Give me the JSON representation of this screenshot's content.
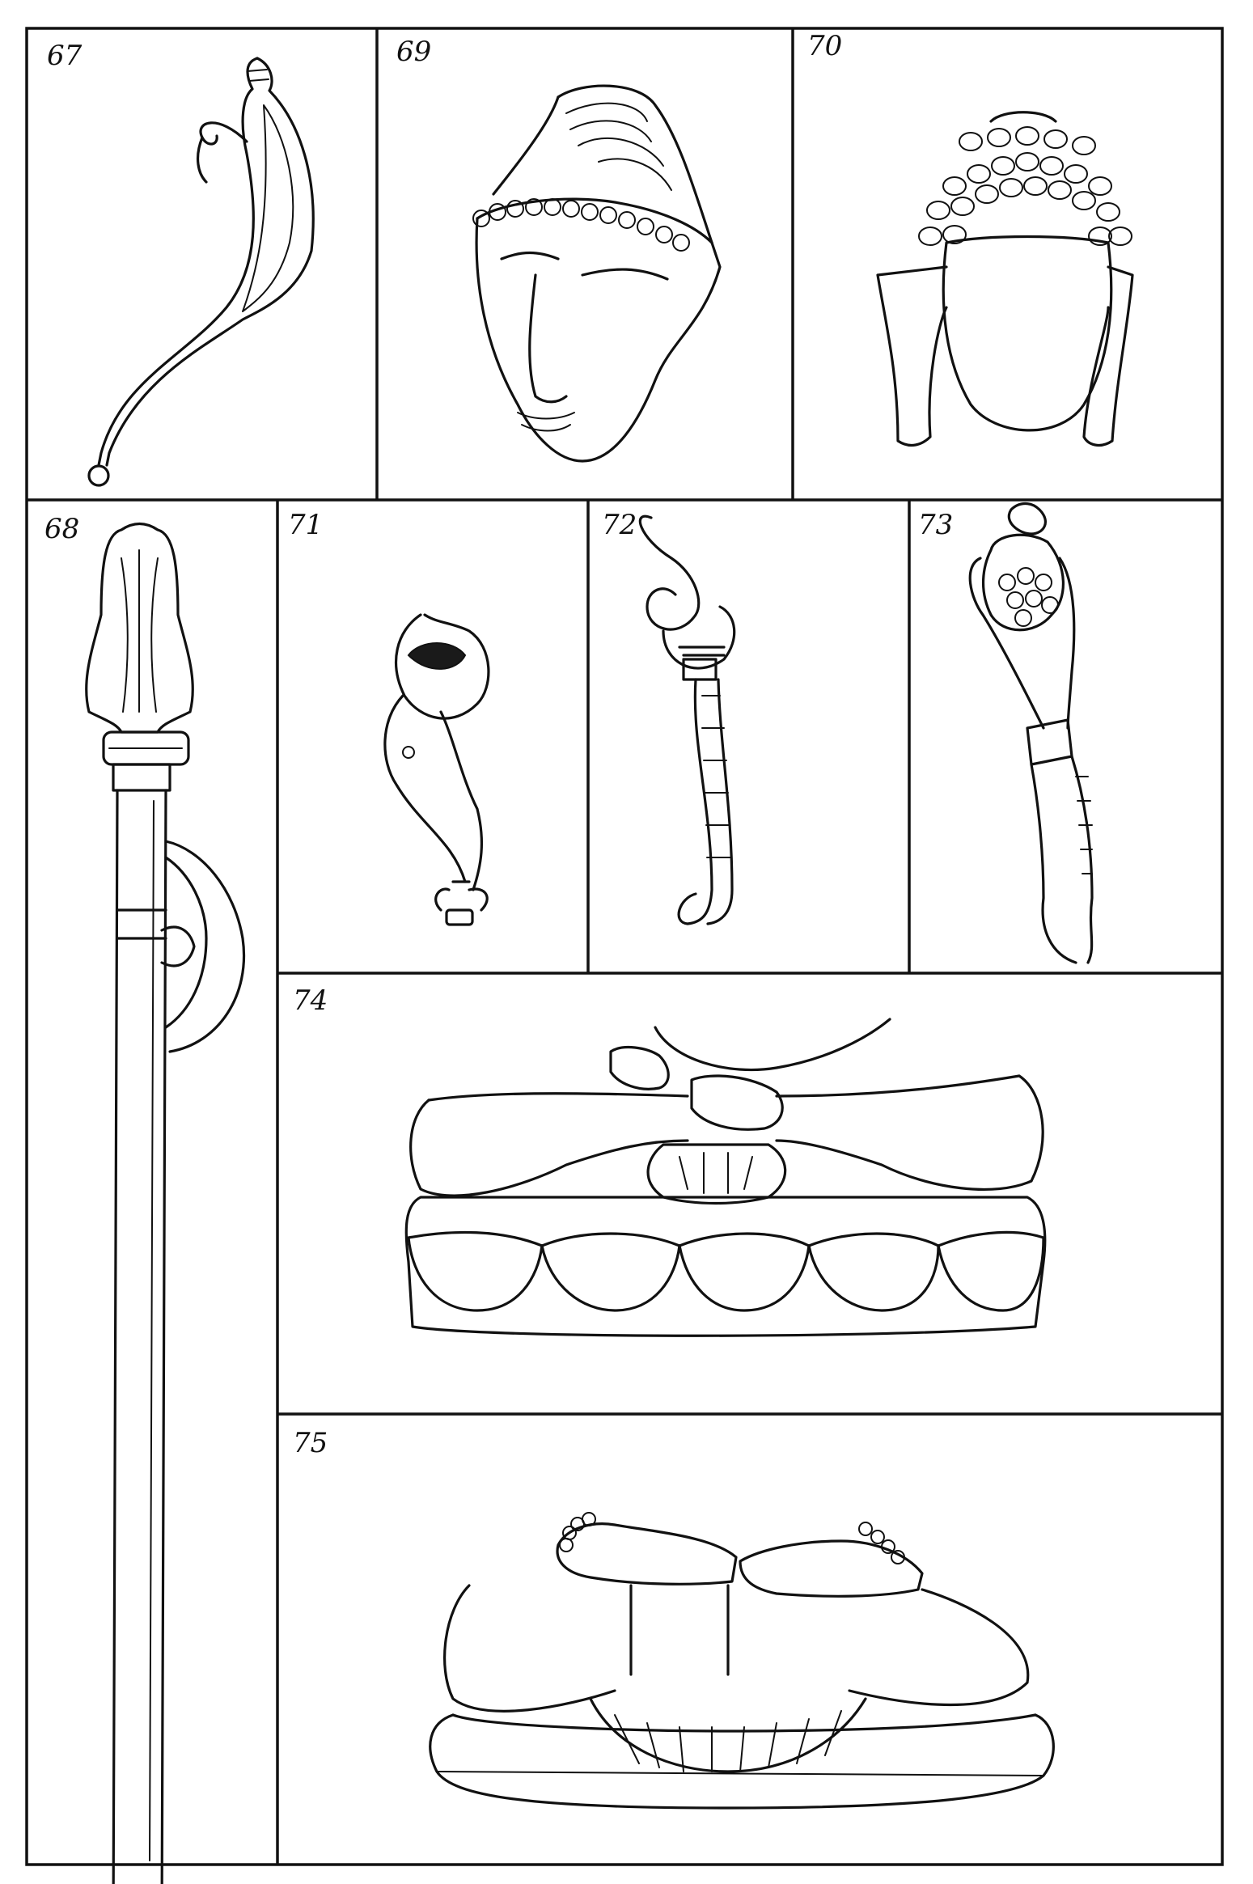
{
  "figures": [
    {
      "id": "fig-67",
      "number": "67"
    },
    {
      "id": "fig-68",
      "number": "68"
    },
    {
      "id": "fig-69",
      "number": "69"
    },
    {
      "id": "fig-70",
      "number": "70"
    },
    {
      "id": "fig-71",
      "number": "71"
    },
    {
      "id": "fig-72",
      "number": "72"
    },
    {
      "id": "fig-73",
      "number": "73"
    },
    {
      "id": "fig-74",
      "number": "74"
    },
    {
      "id": "fig-75",
      "number": "75"
    }
  ]
}
